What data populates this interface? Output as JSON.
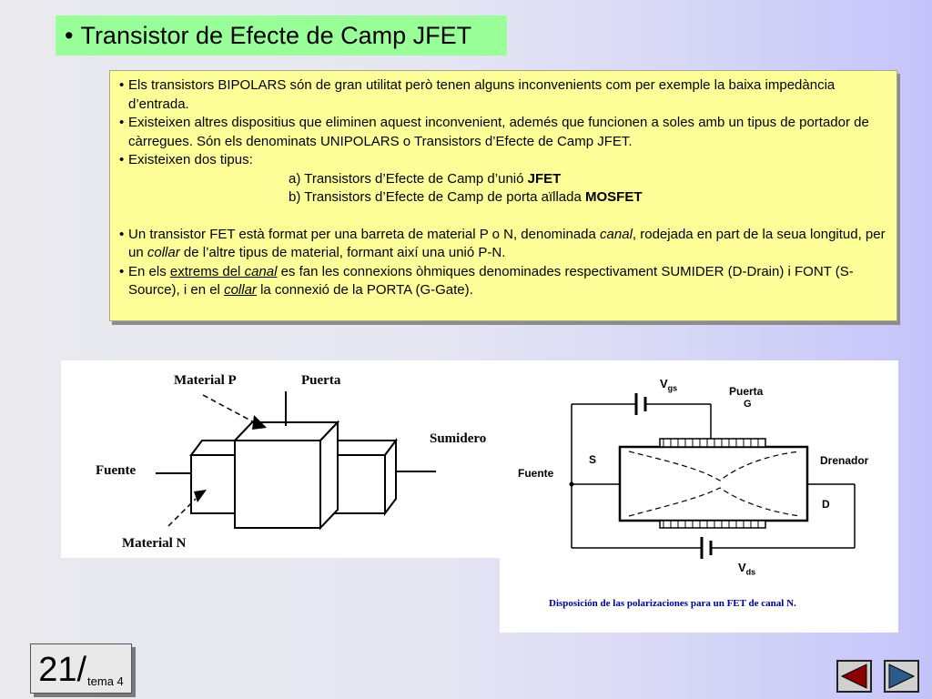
{
  "slide": {
    "title_bullet": "•",
    "title": "Transistor de Efecte de Camp JFET"
  },
  "content": {
    "bullet": "•",
    "p1": "Els transistors BIPOLARS són de gran utilitat però tenen alguns inconvenients com per exemple la baixa impedància d’entrada.",
    "p2": "Existeixen altres dispositius que eliminen aquest inconvenient, ademés que funcionen a soles amb un tipus de portador de càrregues. Són els denominats UNIPOLARS o Transistors d’Efecte de Camp JFET.",
    "p3": "Existeixen dos tipus:",
    "opt_a_prefix": "a) Transistors d’Efecte de Camp d’unió ",
    "opt_a_bold": "JFET",
    "opt_b_prefix": "b) Transistors d’Efecte de Camp de porta aïllada ",
    "opt_b_bold": "MOSFET",
    "p4_a": "Un transistor FET està format per una barreta de material P o N, denominada ",
    "p4_canal": "canal",
    "p4_b": ", rodejada en part de la seua longitud, per un ",
    "p4_collar": "collar",
    "p4_c": " de l’altre tipus de material, formant així una unió P-N.",
    "p5_a": "En els ",
    "p5_extrems": "extrems del ",
    "p5_canal": "canal",
    "p5_b": " es fan les connexions òhmiques denominades respectivament SUMIDER (D-Drain) i FONT (S-Source), i en el ",
    "p5_collar": "collar",
    "p5_c": " la connexió de la PORTA (G-Gate)."
  },
  "figure_left": {
    "material_p": "Material P",
    "puerta": "Puerta",
    "sumidero": "Sumidero",
    "fuente": "Fuente",
    "material_n": "Material N"
  },
  "figure_right": {
    "v": "V",
    "gs": "gs",
    "puerta": "Puerta",
    "g": "G",
    "s": "S",
    "fuente": "Fuente",
    "drenador": "Drenador",
    "d": "D",
    "ds": "ds",
    "caption": "Disposición de las polarizaciones para un FET de canal N."
  },
  "footer": {
    "page_number": "21/",
    "page_suffix": "tema 4"
  },
  "colors": {
    "title_bg": "#99ff99",
    "text_bg": "#ffff99",
    "caption": "#000099",
    "nav_arrow": "#8b0000",
    "nav_arrow_next": "#2e5a8a"
  }
}
